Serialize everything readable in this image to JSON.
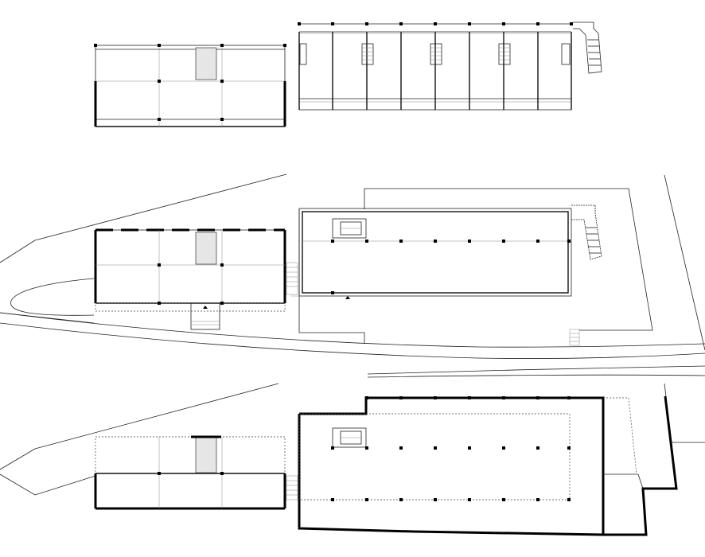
{
  "drawing": {
    "plans": [
      {
        "id": "upper-floor",
        "role": "upper floor plan"
      },
      {
        "id": "ground-floor-site",
        "role": "ground floor site plan"
      },
      {
        "id": "basement",
        "role": "basement plan"
      }
    ],
    "colors": {
      "line": "#222222",
      "thick": "#000000",
      "fill": "#e6e6e6",
      "background": "#ffffff"
    }
  }
}
